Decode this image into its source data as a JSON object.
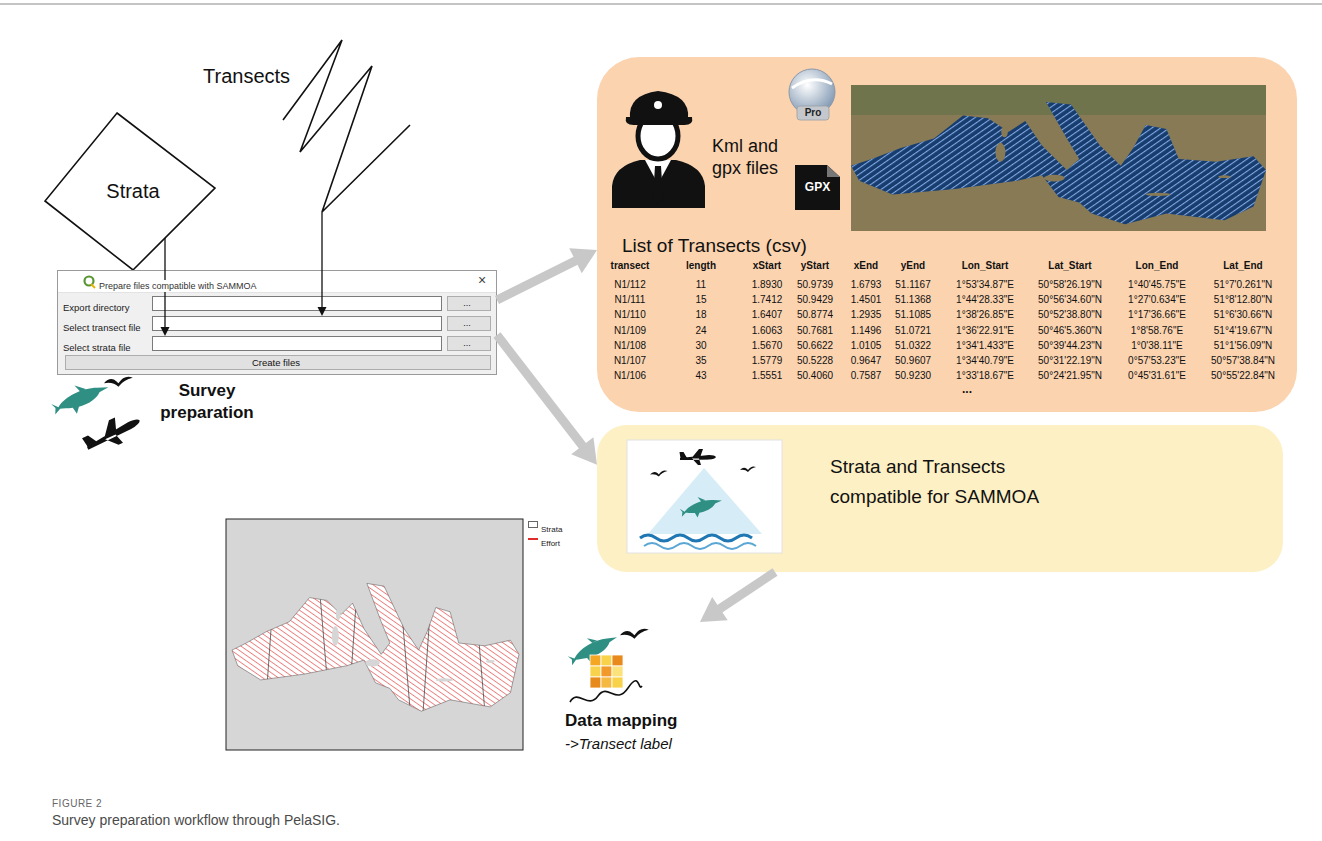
{
  "diagram": {
    "caption": "Survey preparation workflow through PelaSIG.",
    "nodes": [
      {
        "text": [
          "Strata"
        ]
      },
      {
        "text": [
          "Prepare files compatible with SAMMOA"
        ]
      },
      {
        "text": [
          "Export directory"
        ],
        "in": 1
      },
      {
        "text": [
          "..."
        ],
        "in": 2
      },
      {
        "text": [
          "Select transect file"
        ],
        "in": 1
      },
      {
        "text": [
          "..."
        ],
        "in": 4
      },
      {
        "text": [
          "Select strata file"
        ],
        "in": 1
      },
      {
        "text": [
          "..."
        ],
        "in": 6
      },
      {
        "text": [
          "Create files"
        ],
        "in": 1
      },
      {
        "text": [
          "Kml and gpx files",
          "List of Transects (csv)"
        ]
      },
      {
        "text": [
          "GPX"
        ],
        "in": 9
      },
      {
        "text": [
          "Strata and Transects compatible for SAMMOA"
        ]
      },
      {
        "text": [
          "Data mapping",
          "->Transect label"
        ]
      }
    ],
    "edges": [
      {
        "from": 0,
        "to": 6,
        "arrow": "to"
      },
      {
        "from": 1,
        "to": 9,
        "arrow": "to"
      },
      {
        "from": 1,
        "to": 11,
        "arrow": "to"
      },
      {
        "from": 11,
        "to": 12,
        "arrow": "to"
      }
    ],
    "labels": [
      "Transects",
      "×",
      "Survey preparation",
      "Pro",
      "transect",
      "length",
      "xStart",
      "yStart",
      "xEnd",
      "yEnd",
      "Lon_Start",
      "Lat_Start",
      "Lon_End",
      "Lat_End",
      "N1/112",
      "11",
      "1.8930",
      "50.9739",
      "1.6793",
      "51.1167",
      "1°53'34.87\"E",
      "50°58'26.19\"N",
      "1°40'45.75\"E",
      "51°7'0.261\"N",
      "N1/111",
      "15",
      "1.7412",
      "50.9429",
      "1.4501",
      "51.1368",
      "1°44'28.33\"E",
      "50°56'34.60\"N",
      "1°27'0.634\"E",
      "51°8'12.80\"N",
      "N1/110",
      "18",
      "1.6407",
      "50.8774",
      "1.2935",
      "51.1085",
      "1°38'26.85\"E",
      "50°52'38.80\"N",
      "1°17'36.66\"E",
      "51°6'30.66\"N",
      "N1/109",
      "24",
      "1.6063",
      "50.7681",
      "1.1496",
      "51.0721",
      "1°36'22.91\"E",
      "50°46'5.360\"N",
      "1°8'58.76\"E",
      "51°4'19.67\"N",
      "N1/108",
      "30",
      "1.5670",
      "50.6622",
      "1.0105",
      "51.0322",
      "1°34'1.433\"E",
      "50°39'44.23\"N",
      "1°0'38.11\"E",
      "51°1'56.09\"N",
      "N1/107",
      "35",
      "1.5779",
      "50.5228",
      "0.9647",
      "50.9607",
      "1°34'40.79\"E",
      "50°31'22.19\"N",
      "0°57'53.23\"E",
      "50°57'38.84\"N",
      "N1/106",
      "43",
      "1.5551",
      "50.4060",
      "0.7587",
      "50.9230",
      "1°33'18.67\"E",
      "50°24'21.95\"N",
      "0°45'31.61\"E",
      "50°55'22.84\"N",
      "...",
      "FIGURE 2"
    ],
    "legend": [
      {
        "text": "Strata",
        "color": "#ffffff"
      },
      {
        "text": "Effort"
      }
    ]
  }
}
